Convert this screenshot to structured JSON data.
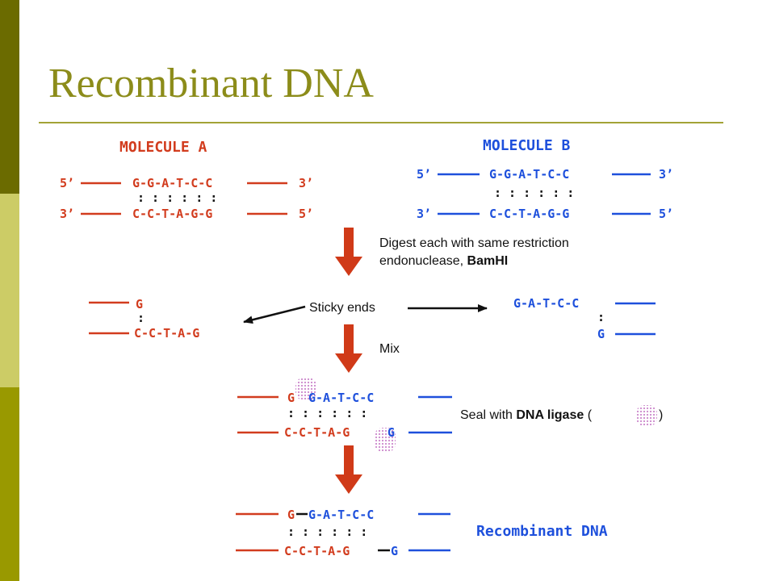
{
  "slide": {
    "title": "Recombinant DNA"
  },
  "colors": {
    "molA": "#d23c1e",
    "molB": "#1e50dc",
    "arrow": "#d03a18",
    "text": "#111111",
    "ligase": "#cc88cc",
    "accent": "#8c8c1a"
  },
  "molecule_a": {
    "heading": "MOLECULE A",
    "top_5": "5’",
    "top_3": "3’",
    "top_seq": "G-G-A-T-C-C",
    "bot_3": "3’",
    "bot_5": "5’",
    "bot_seq": "C-C-T-A-G-G",
    "pairs": ": : : : : :"
  },
  "molecule_b": {
    "heading": "MOLECULE B",
    "top_5": "5’",
    "top_3": "3’",
    "top_seq": "G-G-A-T-C-C",
    "bot_3": "3’",
    "bot_5": "5’",
    "bot_seq": "C-C-T-A-G-G",
    "pairs": ": : : : : :"
  },
  "step_digest": {
    "line1": "Digest each with same restriction",
    "line2_prefix": "endonuclease, ",
    "enzyme": "BamHI"
  },
  "sticky": {
    "label": "Sticky ends",
    "left_top": "G",
    "left_pair": ":",
    "left_bottom": "C-C-T-A-G",
    "right_top": "G-A-T-C-C",
    "right_pair": ":",
    "right_bottom": "G"
  },
  "step_mix": {
    "label": "Mix"
  },
  "annealed": {
    "top_a": "G",
    "top_b": "G-A-T-C-C",
    "pairs": ": : : : : :",
    "bot_a": "C-C-T-A-G",
    "bot_b": "G"
  },
  "step_seal": {
    "prefix": "Seal with ",
    "enzyme": "DNA ligase",
    "open": " (",
    "close": " )"
  },
  "product": {
    "top_a": "G",
    "top_b": "G-A-T-C-C",
    "pairs": ": : : : : :",
    "bot_a": "C-C-T-A-G",
    "bot_b": "G",
    "label": "Recombinant DNA"
  }
}
